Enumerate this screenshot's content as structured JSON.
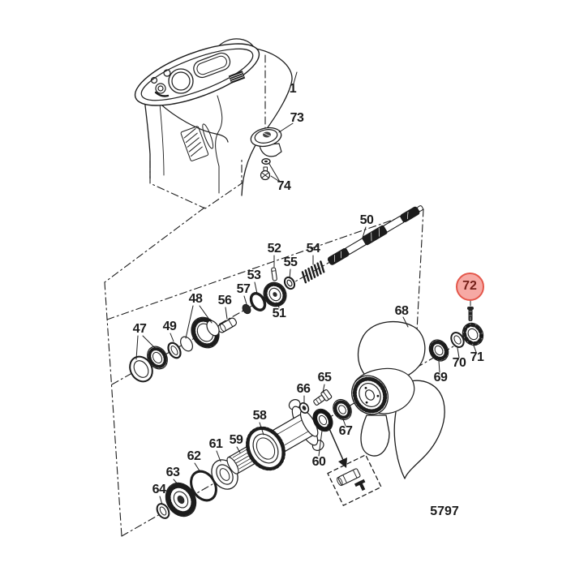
{
  "diagram_code": "5797",
  "highlight": {
    "part": "72",
    "fill": "#F6A9A4",
    "ring": "#E4574B",
    "text_color": "#75201A"
  },
  "callouts": {
    "1": "1",
    "47": "47",
    "48": "48",
    "49": "49",
    "50": "50",
    "51": "51",
    "52": "52",
    "53": "53",
    "54": "54",
    "55": "55",
    "56": "56",
    "57": "57",
    "58": "58",
    "59": "59",
    "60": "60",
    "61": "61",
    "62": "62",
    "63": "63",
    "64": "64",
    "65": "65",
    "66": "66",
    "67": "67",
    "68": "68",
    "69": "69",
    "70": "70",
    "71": "71",
    "72": "72",
    "73": "73",
    "74": "74"
  }
}
